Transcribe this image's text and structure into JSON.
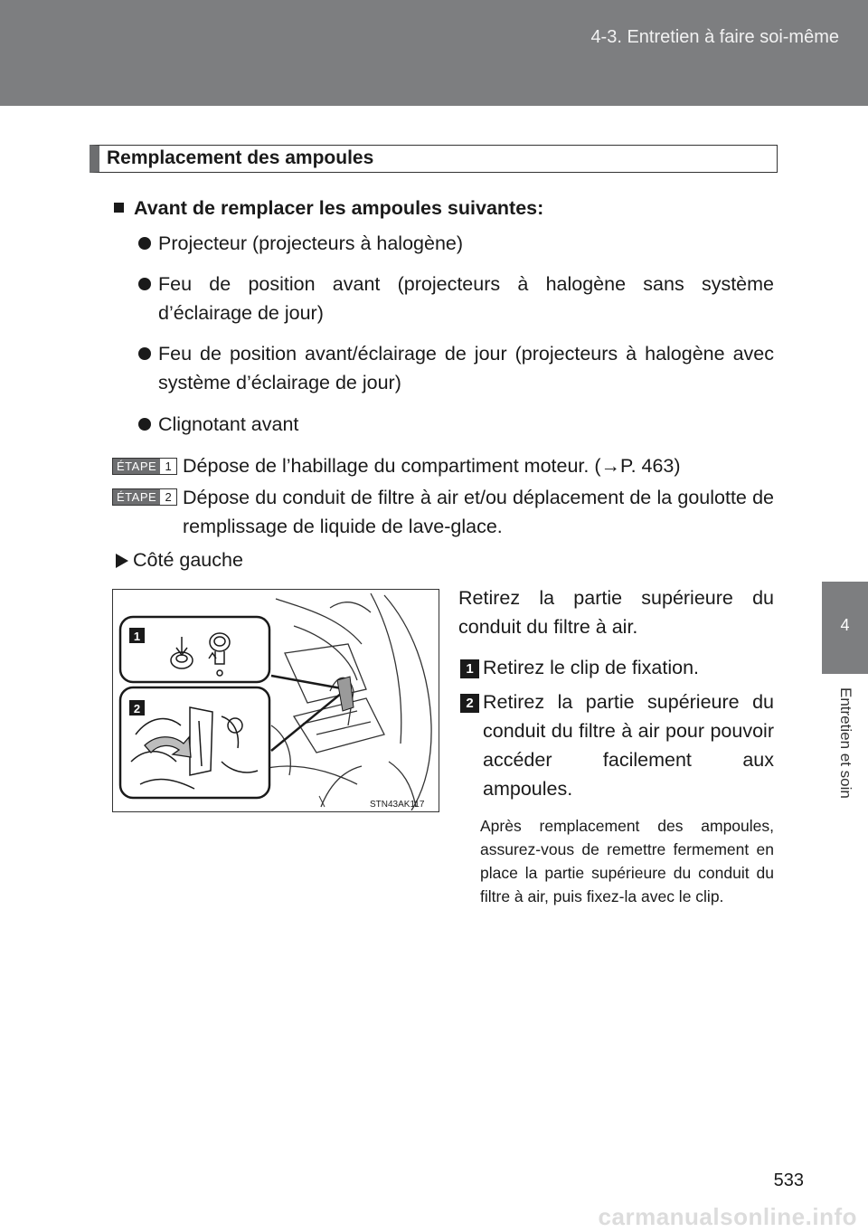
{
  "header": {
    "section": "4-3. Entretien à faire soi-même"
  },
  "side_tab": {
    "number": "4",
    "label": "Entretien et soin"
  },
  "section_title": "Remplacement des ampoules",
  "subheading": "Avant de remplacer les ampoules suivantes:",
  "bullets": [
    "Projecteur (projecteurs à halogène)",
    "Feu de position avant (projecteurs à halogène sans système d’éclairage de jour)",
    "Feu de position avant/éclairage de jour (projecteurs à halogène avec système d’éclairage de jour)",
    "Clignotant avant"
  ],
  "steps": [
    {
      "label": "ÉTAPE",
      "number": "1",
      "text": "Dépose de l’habillage du compartiment moteur. (→P. 463)"
    },
    {
      "label": "ÉTAPE",
      "number": "2",
      "text": "Dépose du conduit de filtre à air et/ou déplacement de la goulotte de remplissage de liquide de lave-glace."
    }
  ],
  "side_heading": "Côté gauche",
  "figure": {
    "code": "STN43AK117",
    "callouts": [
      "1",
      "2"
    ]
  },
  "instruction": "Retirez la partie supérieure du conduit du filtre à air.",
  "substeps": [
    {
      "number": "1",
      "text": "Retirez le clip de fixation."
    },
    {
      "number": "2",
      "text": "Retirez la partie supérieure du conduit du filtre à air pour pouvoir accéder facilement aux ampoules."
    }
  ],
  "note": "Après remplacement des ampoules, assurez-vous de remettre fermement en place la partie supérieure du conduit du filtre à air, puis fixez-la avec le clip.",
  "page_number": "533",
  "watermark": "carmanualsonline.info"
}
